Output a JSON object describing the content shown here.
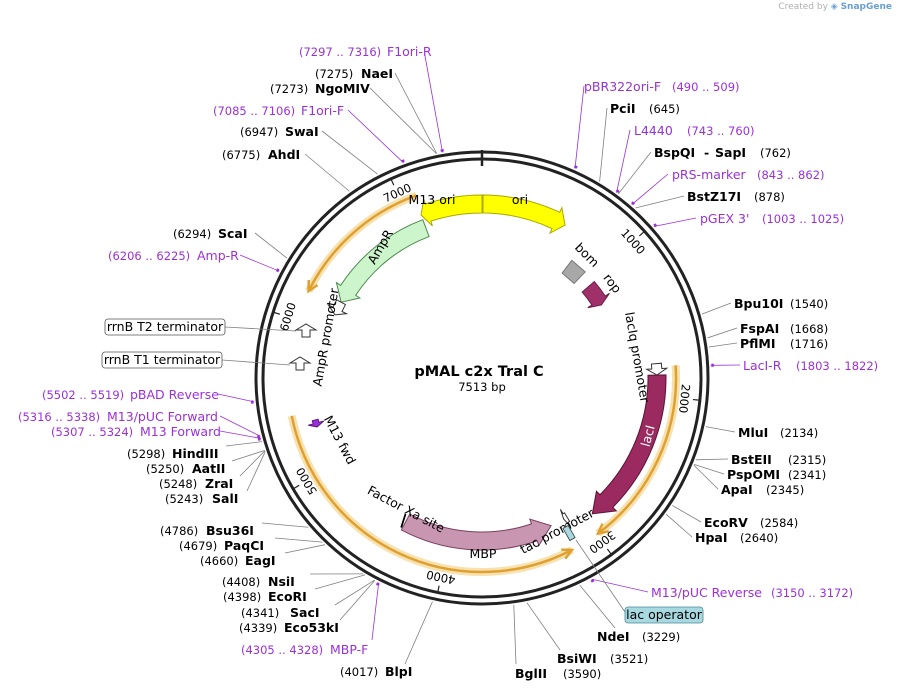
{
  "credit": {
    "prefix": "Created by",
    "brand": "SnapGene"
  },
  "plasmid": {
    "name": "pMAL c2x Tral C",
    "length_label": "7513 bp",
    "length": 7513
  },
  "ticks": [
    "1000",
    "2000",
    "3000",
    "4000",
    "5000",
    "6000",
    "7000"
  ],
  "features": [
    {
      "id": "ori",
      "label": "ori",
      "start": 7,
      "end": 595,
      "dir": 1,
      "color": "#ffff00",
      "stroke": "#a8a800",
      "style": "arrow"
    },
    {
      "id": "m13ori",
      "label": "M13 ori",
      "start": 7085,
      "end": 7513,
      "dir": -1,
      "color": "#ffff00",
      "stroke": "#a8a800",
      "style": "arrow"
    },
    {
      "id": "ampr",
      "label": "AmpR",
      "start": 6225,
      "end": 7085,
      "dir": -1,
      "color": "#ccf5cc",
      "stroke": "#4a8a4a",
      "style": "arrow"
    },
    {
      "id": "ampr_promoter",
      "label": "AmpR promoter",
      "start": 6120,
      "end": 6225,
      "dir": -1,
      "color": "#ffffff",
      "stroke": "#333333",
      "style": "arrow"
    },
    {
      "id": "bom",
      "label": "bom",
      "start": 780,
      "end": 923,
      "dir": 0,
      "color": "#a8a8a8",
      "stroke": "#777777",
      "style": "box"
    },
    {
      "id": "rop",
      "label": "rop",
      "start": 1030,
      "end": 1222,
      "dir": 1,
      "color": "#a0306a",
      "stroke": "#6a1e46",
      "style": "arrow"
    },
    {
      "id": "laciq_promoter",
      "label": "lacIq promoter",
      "start": 1780,
      "end": 1858,
      "dir": 1,
      "color": "#ffffff",
      "stroke": "#333333",
      "style": "arrow"
    },
    {
      "id": "laci",
      "label": "lacI",
      "start": 1858,
      "end": 2941,
      "dir": 1,
      "color": "#9a2a60",
      "stroke": "#5a1234",
      "style": "arrow"
    },
    {
      "id": "tac_promoter",
      "label": "tac promoter",
      "start": 3100,
      "end": 3129,
      "dir": 1,
      "color": "#ffffff",
      "stroke": "#333333",
      "style": "arrow"
    },
    {
      "id": "mbp",
      "label": "MBP",
      "start": 3233,
      "end": 4340,
      "dir": -1,
      "color": "#c896b0",
      "stroke": "#7a4060",
      "style": "arrow"
    },
    {
      "id": "factor_xa",
      "label": "Factor Xa site",
      "start": 4350,
      "end": 4362,
      "dir": 0,
      "color": "#ffffff",
      "stroke": "#000000",
      "style": "slash"
    },
    {
      "id": "m13fwd",
      "label": "M13 fwd",
      "start": 5290,
      "end": 5340,
      "dir": -1,
      "color": "#9b30d9",
      "stroke": "#5a1a80",
      "style": "arrow"
    }
  ],
  "orfs": [
    {
      "start": 6190,
      "end": 7100,
      "dir": -1
    },
    {
      "start": 1800,
      "end": 2990,
      "dir": 1
    },
    {
      "start": 3180,
      "end": 5400,
      "dir": -1
    }
  ],
  "enzymes": [
    {
      "name": "PciI",
      "pos": "(645)"
    },
    {
      "name": "BspQI",
      "sep": "-",
      "name2": "SapI",
      "pos": "(762)"
    },
    {
      "name": "BstZ17I",
      "pos": "(878)"
    },
    {
      "name": "Bpu10I",
      "pos": "(1540)"
    },
    {
      "name": "FspAI",
      "pos": "(1668)"
    },
    {
      "name": "PflMI",
      "pos": "(1716)"
    },
    {
      "name": "MluI",
      "pos": "(2134)"
    },
    {
      "name": "BstEII",
      "pos": "(2315)"
    },
    {
      "name": "PspOMI",
      "pos": "(2341)"
    },
    {
      "name": "ApaI",
      "pos": "(2345)"
    },
    {
      "name": "EcoRV",
      "pos": "(2584)"
    },
    {
      "name": "HpaI",
      "pos": "(2640)"
    },
    {
      "name": "NdeI",
      "pos": "(3229)"
    },
    {
      "name": "BsiWI",
      "pos": "(3521)"
    },
    {
      "name": "BglII",
      "pos": "(3590)"
    },
    {
      "name": "BlpI",
      "pos": "(4017)"
    },
    {
      "name": "Eco53kI",
      "pos": "(4339)"
    },
    {
      "name": "SacI",
      "pos": "(4341)"
    },
    {
      "name": "EcoRI",
      "pos": "(4398)"
    },
    {
      "name": "NsiI",
      "pos": "(4408)"
    },
    {
      "name": "EagI",
      "pos": "(4660)"
    },
    {
      "name": "PaqCI",
      "pos": "(4679)"
    },
    {
      "name": "Bsu36I",
      "pos": "(4786)"
    },
    {
      "name": "SalI",
      "pos": "(5243)"
    },
    {
      "name": "ZraI",
      "pos": "(5248)"
    },
    {
      "name": "AatII",
      "pos": "(5250)"
    },
    {
      "name": "HindIII",
      "pos": "(5298)"
    },
    {
      "name": "ScaI",
      "pos": "(6294)"
    },
    {
      "name": "AhdI",
      "pos": "(6775)"
    },
    {
      "name": "SwaI",
      "pos": "(6947)"
    },
    {
      "name": "NgoMIV",
      "pos": "(7273)"
    },
    {
      "name": "NaeI",
      "pos": "(7275)"
    }
  ],
  "primers": [
    {
      "name": "F1ori-R",
      "pos": "(7297 .. 7316)"
    },
    {
      "name": "F1ori-F",
      "pos": "(7085 .. 7106)"
    },
    {
      "name": "pBR322ori-F",
      "pos": "(490 .. 509)"
    },
    {
      "name": "L4440",
      "pos": "(743 .. 760)"
    },
    {
      "name": "pRS-marker",
      "pos": "(843 .. 862)"
    },
    {
      "name": "pGEX 3'",
      "pos": "(1003 .. 1025)"
    },
    {
      "name": "LacI-R",
      "pos": "(1803 .. 1822)"
    },
    {
      "name": "M13/pUC Reverse",
      "pos": "(3150 .. 3172)"
    },
    {
      "name": "MBP-F",
      "pos": "(4305 .. 4328)"
    },
    {
      "name": "Amp-R",
      "pos": "(6206 .. 6225)"
    },
    {
      "name": "pBAD Reverse",
      "pos": "(5502 .. 5519)"
    },
    {
      "name": "M13/pUC Forward",
      "pos": "(5316 .. 5338)"
    },
    {
      "name": "M13 Forward",
      "pos": "(5307 .. 5324)"
    }
  ],
  "boxed": [
    {
      "label": "rrnB T2 terminator"
    },
    {
      "label": "rrnB T1 terminator"
    },
    {
      "label": "lac operator"
    }
  ],
  "colors": {
    "primer": "#9b30d9",
    "backbone": "#222222",
    "orf": "#e0a030",
    "lac_operator_fill": "#a8d8e0",
    "lac_operator_stroke": "#4a8a9a"
  }
}
